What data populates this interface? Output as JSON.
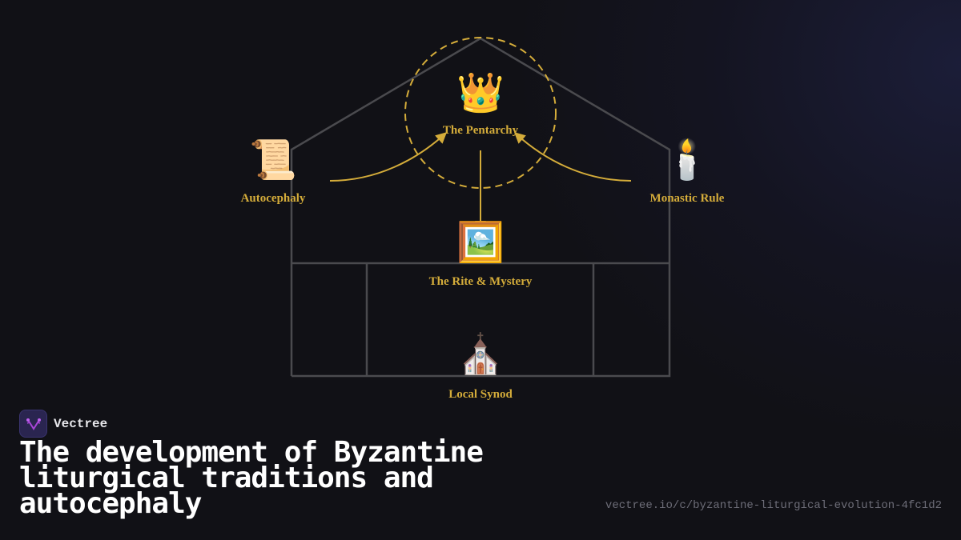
{
  "diagram": {
    "nodes": [
      {
        "id": "pentarchy",
        "label": "The Pentarchy",
        "icon": "crown-icon",
        "glyph": "👑"
      },
      {
        "id": "autocephaly",
        "label": "Autocephaly",
        "icon": "scroll-icon",
        "glyph": "📜"
      },
      {
        "id": "monastic",
        "label": "Monastic Rule",
        "icon": "candle-icon",
        "glyph": "🕯️"
      },
      {
        "id": "rite",
        "label": "The Rite & Mystery",
        "icon": "framed-picture-icon",
        "glyph": "🖼️"
      },
      {
        "id": "synod",
        "label": "Local Synod",
        "icon": "church-icon",
        "glyph": "⛪"
      }
    ],
    "edges": [
      {
        "from": "autocephaly",
        "to": "pentarchy"
      },
      {
        "from": "monastic",
        "to": "pentarchy"
      },
      {
        "from": "pentarchy",
        "to": "rite"
      }
    ],
    "colors": {
      "accent": "#d4ac3a",
      "outline": "#4a4a4e",
      "background": "#111116"
    }
  },
  "brand": {
    "name": "Vectree"
  },
  "title": "The development of Byzantine liturgical traditions and autocephaly",
  "url": "vectree.io/c/byzantine-liturgical-evolution-4fc1d2"
}
